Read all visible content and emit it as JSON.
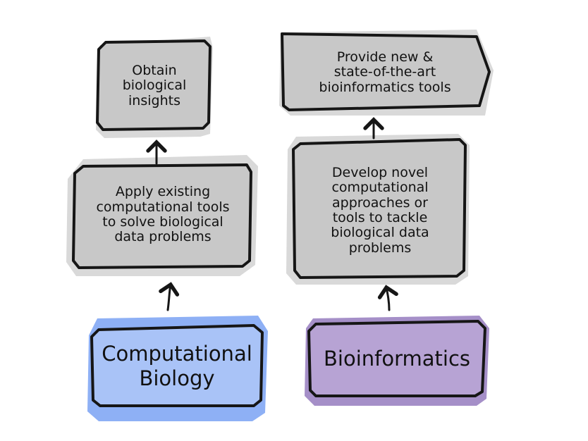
{
  "colors": {
    "gray_fill": "#c8c8c8",
    "gray_shadow": "#d9d9d9",
    "computational_biology_fill": "#a9c3f7",
    "computational_biology_shadow": "#8eb0f5",
    "bioinformatics_fill": "#b7a3d4",
    "bioinformatics_shadow": "#a58fc8",
    "outline": "#161616"
  },
  "diagram": {
    "left": {
      "top": "Obtain\nbiological\ninsights",
      "middle": "Apply existing\ncomputational tools\nto solve biological\ndata problems",
      "bottom": "Computational\nBiology"
    },
    "right": {
      "top": "Provide new &\nstate-of-the-art\nbioinformatics tools",
      "middle": "Develop novel\ncomputational\napproaches or\ntools to tackle\nbiological data\nproblems",
      "bottom": "Bioinformatics"
    }
  }
}
